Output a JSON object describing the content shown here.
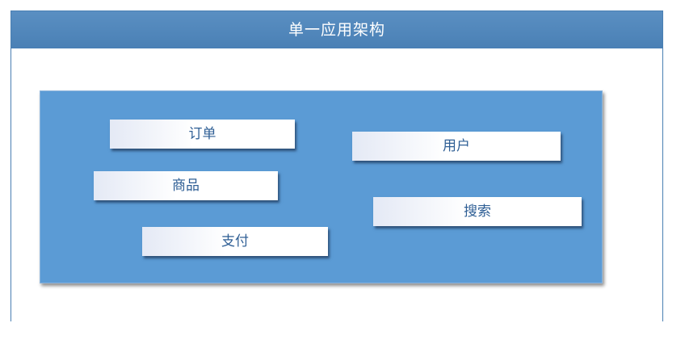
{
  "diagram": {
    "title": "单一应用架构",
    "modules": {
      "order": "订单",
      "user": "用户",
      "product": "商品",
      "search": "搜索",
      "payment": "支付"
    }
  },
  "colors": {
    "title_bar": "#4a80b5",
    "container": "#5b9bd5",
    "module_text": "#2f5f95"
  }
}
